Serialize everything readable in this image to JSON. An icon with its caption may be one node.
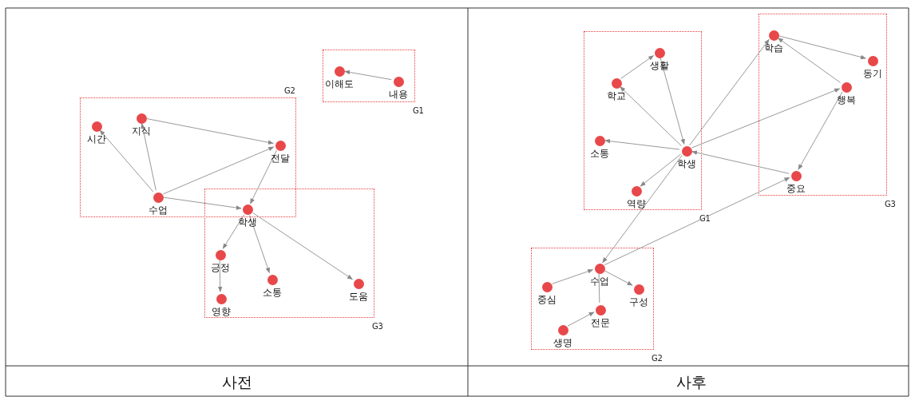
{
  "diagram": {
    "nodes": [
      {
        "text": [
          "G1"
        ]
      },
      {
        "text": [
          "이해도"
        ],
        "in": 0
      },
      {
        "text": [
          "내용"
        ],
        "in": 0
      },
      {
        "text": [
          "G2"
        ]
      },
      {
        "text": [
          "시간"
        ],
        "in": 3
      },
      {
        "text": [
          "지식"
        ],
        "in": 3
      },
      {
        "text": [
          "전달"
        ],
        "in": 3
      },
      {
        "text": [
          "수업"
        ],
        "in": 3
      },
      {
        "text": [
          "학생"
        ]
      },
      {
        "text": [
          "G3"
        ]
      },
      {
        "text": [
          "긍정"
        ],
        "in": 9
      },
      {
        "text": [
          "영향"
        ],
        "in": 9
      },
      {
        "text": [
          "소통"
        ],
        "in": 9
      },
      {
        "text": [
          "도움"
        ],
        "in": 9
      },
      {
        "text": [
          "G1"
        ]
      },
      {
        "text": [
          "학교"
        ],
        "in": 14
      },
      {
        "text": [
          "생활"
        ],
        "in": 14
      },
      {
        "text": [
          "소통"
        ],
        "in": 14
      },
      {
        "text": [
          "학생"
        ],
        "in": 14
      },
      {
        "text": [
          "역량"
        ],
        "in": 14
      },
      {
        "text": [
          "G3"
        ]
      },
      {
        "text": [
          "학습"
        ],
        "in": 20
      },
      {
        "text": [
          "동기"
        ],
        "in": 20
      },
      {
        "text": [
          "행복"
        ],
        "in": 20
      },
      {
        "text": [
          "중요"
        ],
        "in": 20
      },
      {
        "text": [
          "G2"
        ]
      },
      {
        "text": [
          "수업"
        ],
        "in": 25
      },
      {
        "text": [
          "중심"
        ],
        "in": 25
      },
      {
        "text": [
          "구성"
        ],
        "in": 25
      },
      {
        "text": [
          "전문"
        ],
        "in": 25
      },
      {
        "text": [
          "생명"
        ],
        "in": 25
      }
    ],
    "edges": [
      {
        "from": 2,
        "to": 1,
        "arrow": "to"
      },
      {
        "from": 7,
        "to": 4,
        "arrow": "to"
      },
      {
        "from": 7,
        "to": 5,
        "arrow": "to"
      },
      {
        "from": 5,
        "to": 6,
        "arrow": "to"
      },
      {
        "from": 7,
        "to": 6,
        "arrow": "to"
      },
      {
        "from": 6,
        "to": 8,
        "arrow": "to"
      },
      {
        "from": 7,
        "to": 8,
        "arrow": "to"
      },
      {
        "from": 8,
        "to": 10,
        "arrow": "to"
      },
      {
        "from": 10,
        "to": 11,
        "arrow": "to"
      },
      {
        "from": 8,
        "to": 12,
        "arrow": "to"
      },
      {
        "from": 8,
        "to": 13,
        "arrow": "to"
      },
      {
        "from": 15,
        "to": 16,
        "arrow": "to"
      },
      {
        "from": 16,
        "to": 18,
        "arrow": "to"
      },
      {
        "from": 18,
        "to": 15,
        "arrow": "to"
      },
      {
        "from": 18,
        "to": 17,
        "arrow": "to"
      },
      {
        "from": 18,
        "to": 19,
        "arrow": "to"
      },
      {
        "from": 18,
        "to": 21,
        "arrow": "to"
      },
      {
        "from": 18,
        "to": 23,
        "arrow": "to"
      },
      {
        "from": 24,
        "to": 18,
        "arrow": "to"
      },
      {
        "from": 23,
        "to": 21,
        "arrow": "to"
      },
      {
        "from": 21,
        "to": 22,
        "arrow": "to"
      },
      {
        "from": 23,
        "to": 24,
        "arrow": "to"
      },
      {
        "from": 18,
        "to": 26,
        "arrow": "to"
      },
      {
        "from": 26,
        "to": 24,
        "arrow": "to"
      },
      {
        "from": 27,
        "to": 26,
        "arrow": "to"
      },
      {
        "from": 26,
        "to": 28,
        "arrow": "to"
      },
      {
        "from": 29,
        "to": 26,
        "arrow": "none"
      },
      {
        "from": 30,
        "to": 29,
        "arrow": "to"
      }
    ],
    "labels": [
      "사전",
      "사후"
    ]
  }
}
